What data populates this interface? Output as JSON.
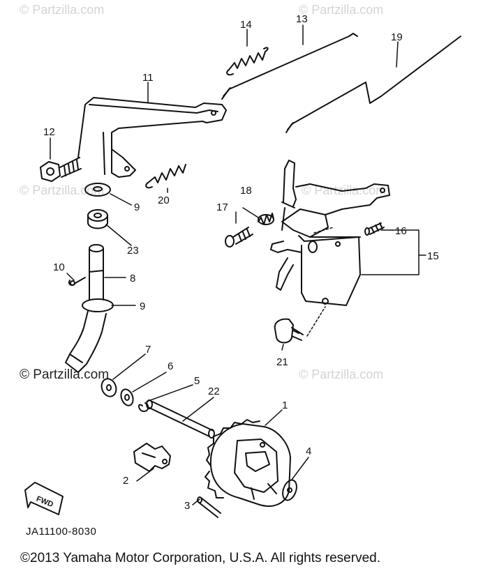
{
  "watermarks": {
    "top_left": "© Partzilla.com",
    "top_right": "© Partzilla.com",
    "mid_left": "© Partzilla.com",
    "mid_right": "© Partzilla.com",
    "center_left": "© Partzilla.com",
    "center_right": "© Partzilla.com"
  },
  "fwd_label": "FWD",
  "diagram_code": "JA11100-8030",
  "copyright": "©2013 Yamaha Motor Corporation, U.S.A. All rights reserved.",
  "callouts": {
    "c1": "1",
    "c2": "2",
    "c3": "3",
    "c4": "4",
    "c5": "5",
    "c6": "6",
    "c7": "7",
    "c8": "8",
    "c9a": "9",
    "c9b": "9",
    "c10": "10",
    "c11": "11",
    "c12": "12",
    "c13": "13",
    "c14": "14",
    "c15": "15",
    "c16": "16",
    "c17": "17",
    "c18": "18",
    "c19": "19",
    "c20": "20",
    "c21": "21",
    "c22": "22",
    "c23": "23"
  }
}
